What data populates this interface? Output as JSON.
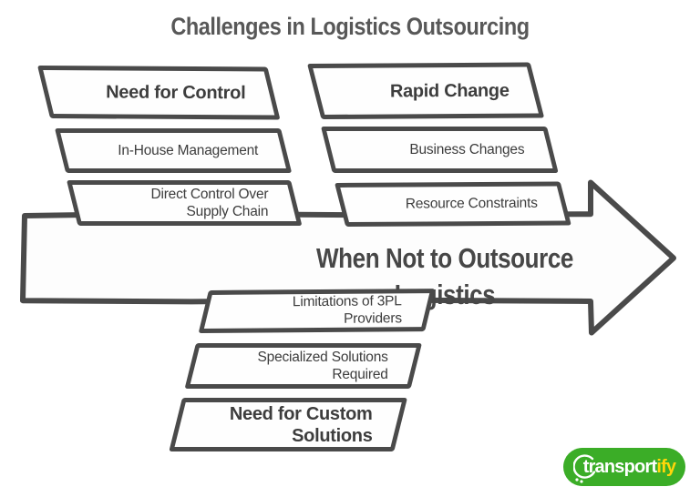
{
  "title": "Challenges in Logistics Outsourcing",
  "arrow": {
    "label": "When Not to Outsource Logistics"
  },
  "groups": {
    "need_for_control": {
      "header": "Need for Control",
      "items": [
        "In-House Management",
        "Direct Control Over Supply Chain"
      ]
    },
    "rapid_change": {
      "header": "Rapid Change",
      "items": [
        "Business Changes",
        "Resource Constraints"
      ]
    },
    "need_for_custom_solutions": {
      "header": "Need for Custom Solutions",
      "items": [
        "Limitations of 3PL Providers",
        "Specialized Solutions Required"
      ]
    }
  },
  "logo": {
    "brand": "transport",
    "suffix": "ify",
    "background_color": "#3bad27",
    "brand_color": "#ffffff",
    "suffix_color": "#ffd60a"
  },
  "colors": {
    "outline": "#4a4a4a",
    "shape_fill": "#fdfdfd",
    "title_text": "#585858",
    "box_text": "#3d3d3d",
    "background": "#ffffff"
  }
}
